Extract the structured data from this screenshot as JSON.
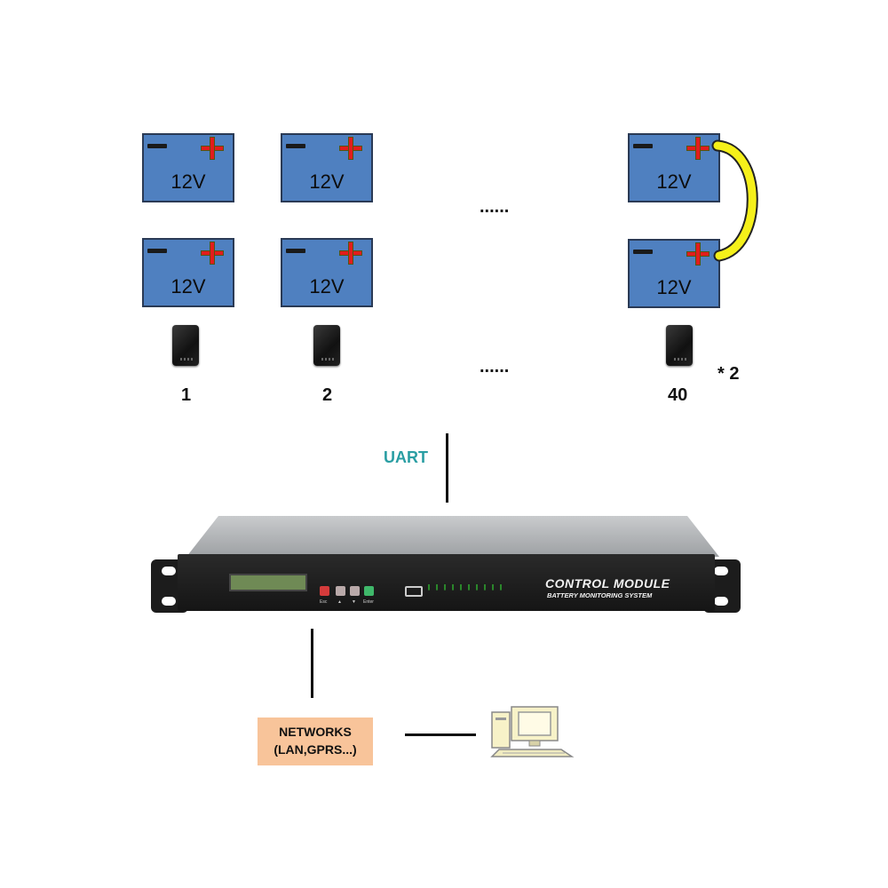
{
  "batteries": {
    "voltage_label": "12V"
  },
  "ellipsis": "......",
  "modules": {
    "labels": [
      "1",
      "2",
      "40"
    ],
    "multiplier": "* 2"
  },
  "uart_label": "UART",
  "control_module": {
    "title": "CONTROL MODULE",
    "subtitle": "BATTERY MONITORING SYSTEM",
    "buttons": [
      "Esc",
      "▲",
      "▼",
      "Enter"
    ]
  },
  "networks": {
    "line1": "NETWORKS",
    "line2": "(LAN,GPRS...)"
  },
  "icons": {
    "computer": "desktop-computer-icon",
    "sensor": "battery-sensor-module"
  },
  "colors": {
    "battery": "#4f80c0",
    "plus": "#e21c1c",
    "jumper": "#f5f01a",
    "uart_text": "#2a9ea3",
    "networks_bg": "#f8c49a"
  }
}
